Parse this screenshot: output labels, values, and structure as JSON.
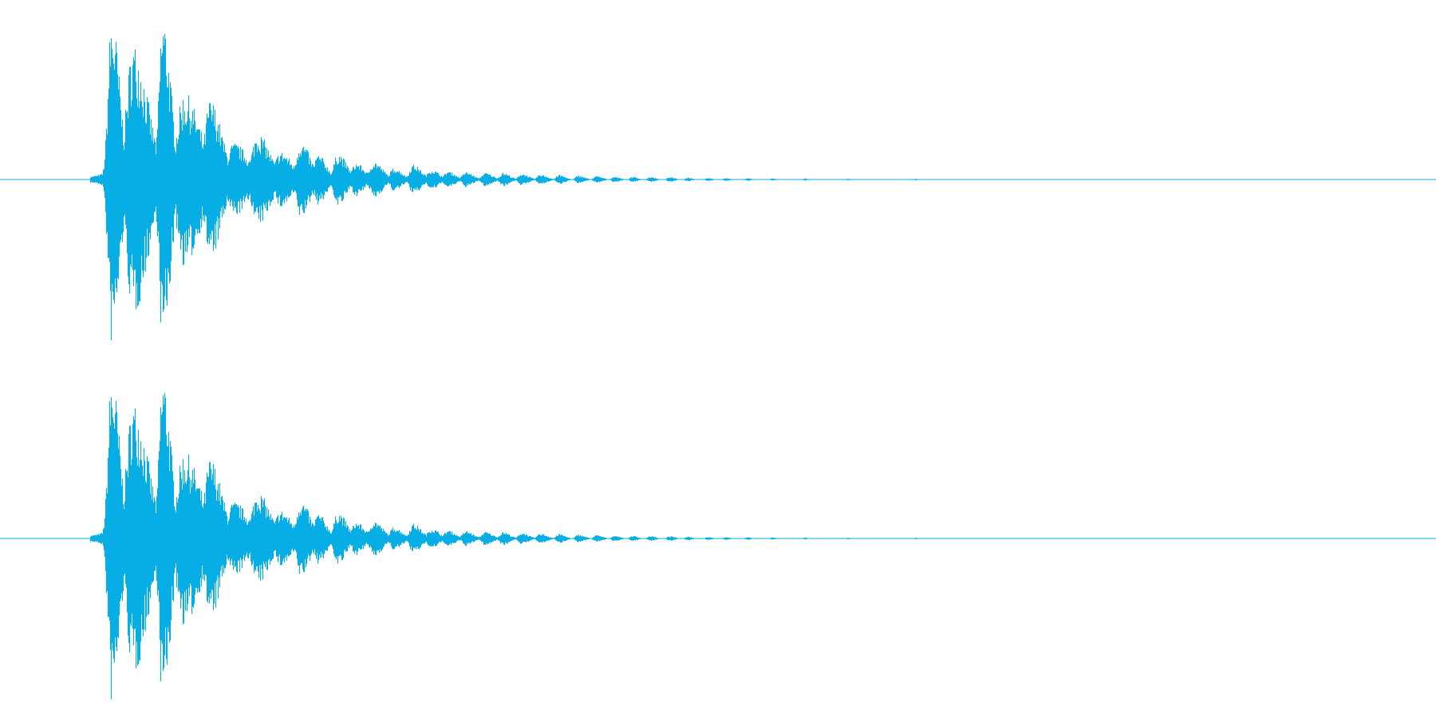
{
  "waveform": {
    "color": "#06aee5",
    "background": "#ffffff",
    "channels": [
      {
        "id": "left",
        "bursts": [
          {
            "t": 0.155,
            "a": 0.99,
            "w": 0.011
          },
          {
            "t": 0.185,
            "a": 0.82,
            "w": 0.02
          },
          {
            "t": 0.226,
            "a": 1.0,
            "w": 0.011
          },
          {
            "t": 0.256,
            "a": 0.52,
            "w": 0.022
          },
          {
            "t": 0.292,
            "a": 0.48,
            "w": 0.016
          },
          {
            "t": 0.325,
            "a": 0.22,
            "w": 0.02
          },
          {
            "t": 0.358,
            "a": 0.28,
            "w": 0.017
          },
          {
            "t": 0.39,
            "a": 0.17,
            "w": 0.016
          },
          {
            "t": 0.418,
            "a": 0.23,
            "w": 0.013
          },
          {
            "t": 0.442,
            "a": 0.15,
            "w": 0.012
          },
          {
            "t": 0.47,
            "a": 0.16,
            "w": 0.012
          },
          {
            "t": 0.495,
            "a": 0.1,
            "w": 0.012
          },
          {
            "t": 0.52,
            "a": 0.11,
            "w": 0.012
          },
          {
            "t": 0.548,
            "a": 0.07,
            "w": 0.011
          },
          {
            "t": 0.575,
            "a": 0.09,
            "w": 0.011
          },
          {
            "t": 0.6,
            "a": 0.06,
            "w": 0.011
          },
          {
            "t": 0.623,
            "a": 0.05,
            "w": 0.01
          },
          {
            "t": 0.648,
            "a": 0.045,
            "w": 0.01
          },
          {
            "t": 0.675,
            "a": 0.04,
            "w": 0.01
          },
          {
            "t": 0.7,
            "a": 0.04,
            "w": 0.009
          },
          {
            "t": 0.726,
            "a": 0.035,
            "w": 0.009
          },
          {
            "t": 0.752,
            "a": 0.03,
            "w": 0.009
          },
          {
            "t": 0.778,
            "a": 0.028,
            "w": 0.008
          },
          {
            "t": 0.805,
            "a": 0.024,
            "w": 0.008
          },
          {
            "t": 0.83,
            "a": 0.02,
            "w": 0.008
          },
          {
            "t": 0.855,
            "a": 0.018,
            "w": 0.007
          },
          {
            "t": 0.88,
            "a": 0.016,
            "w": 0.007
          },
          {
            "t": 0.905,
            "a": 0.015,
            "w": 0.007
          },
          {
            "t": 0.932,
            "a": 0.014,
            "w": 0.007
          },
          {
            "t": 0.957,
            "a": 0.012,
            "w": 0.006
          },
          {
            "t": 0.985,
            "a": 0.01,
            "w": 0.006
          },
          {
            "t": 1.01,
            "a": 0.009,
            "w": 0.006
          },
          {
            "t": 1.04,
            "a": 0.008,
            "w": 0.005
          },
          {
            "t": 1.075,
            "a": 0.007,
            "w": 0.005
          },
          {
            "t": 1.12,
            "a": 0.006,
            "w": 0.004
          },
          {
            "t": 1.18,
            "a": 0.005,
            "w": 0.004
          },
          {
            "t": 1.275,
            "a": 0.005,
            "w": 0.003
          }
        ]
      },
      {
        "id": "right",
        "bursts": [
          {
            "t": 0.155,
            "a": 0.99,
            "w": 0.011
          },
          {
            "t": 0.185,
            "a": 0.82,
            "w": 0.02
          },
          {
            "t": 0.226,
            "a": 1.0,
            "w": 0.011
          },
          {
            "t": 0.256,
            "a": 0.52,
            "w": 0.022
          },
          {
            "t": 0.292,
            "a": 0.48,
            "w": 0.016
          },
          {
            "t": 0.325,
            "a": 0.22,
            "w": 0.02
          },
          {
            "t": 0.358,
            "a": 0.28,
            "w": 0.017
          },
          {
            "t": 0.39,
            "a": 0.17,
            "w": 0.016
          },
          {
            "t": 0.418,
            "a": 0.23,
            "w": 0.013
          },
          {
            "t": 0.442,
            "a": 0.15,
            "w": 0.012
          },
          {
            "t": 0.47,
            "a": 0.16,
            "w": 0.012
          },
          {
            "t": 0.495,
            "a": 0.1,
            "w": 0.012
          },
          {
            "t": 0.52,
            "a": 0.11,
            "w": 0.012
          },
          {
            "t": 0.548,
            "a": 0.07,
            "w": 0.011
          },
          {
            "t": 0.575,
            "a": 0.09,
            "w": 0.011
          },
          {
            "t": 0.6,
            "a": 0.06,
            "w": 0.011
          },
          {
            "t": 0.623,
            "a": 0.05,
            "w": 0.01
          },
          {
            "t": 0.648,
            "a": 0.045,
            "w": 0.01
          },
          {
            "t": 0.675,
            "a": 0.04,
            "w": 0.01
          },
          {
            "t": 0.7,
            "a": 0.04,
            "w": 0.009
          },
          {
            "t": 0.726,
            "a": 0.035,
            "w": 0.009
          },
          {
            "t": 0.752,
            "a": 0.03,
            "w": 0.009
          },
          {
            "t": 0.778,
            "a": 0.028,
            "w": 0.008
          },
          {
            "t": 0.805,
            "a": 0.024,
            "w": 0.008
          },
          {
            "t": 0.83,
            "a": 0.02,
            "w": 0.008
          },
          {
            "t": 0.855,
            "a": 0.018,
            "w": 0.007
          },
          {
            "t": 0.88,
            "a": 0.016,
            "w": 0.007
          },
          {
            "t": 0.905,
            "a": 0.015,
            "w": 0.007
          },
          {
            "t": 0.932,
            "a": 0.014,
            "w": 0.007
          },
          {
            "t": 0.957,
            "a": 0.012,
            "w": 0.006
          },
          {
            "t": 0.985,
            "a": 0.01,
            "w": 0.006
          },
          {
            "t": 1.01,
            "a": 0.009,
            "w": 0.006
          },
          {
            "t": 1.04,
            "a": 0.008,
            "w": 0.005
          },
          {
            "t": 1.075,
            "a": 0.007,
            "w": 0.005
          },
          {
            "t": 1.12,
            "a": 0.006,
            "w": 0.004
          },
          {
            "t": 1.18,
            "a": 0.005,
            "w": 0.004
          },
          {
            "t": 1.275,
            "a": 0.005,
            "w": 0.003
          }
        ]
      }
    ]
  }
}
